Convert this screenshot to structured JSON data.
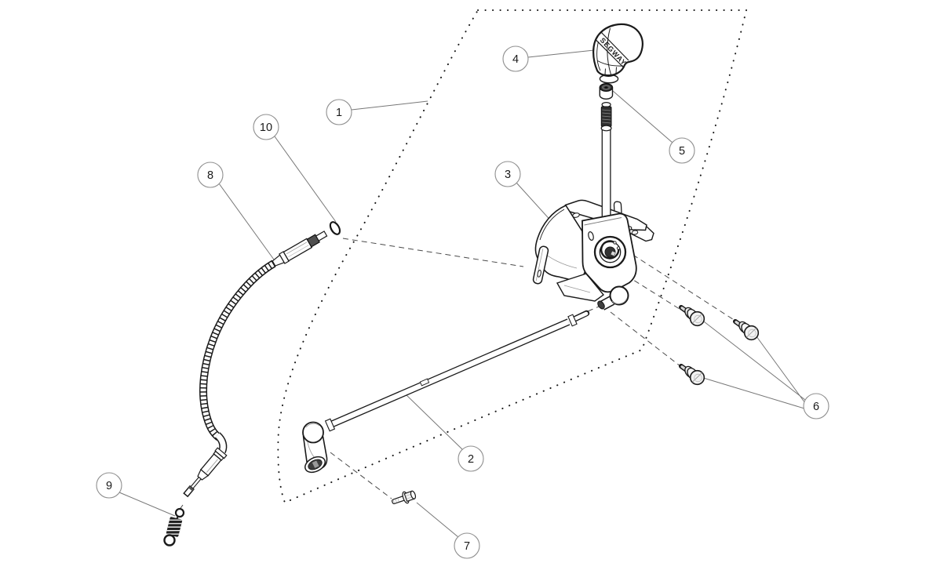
{
  "knob_text": "SEGWAY",
  "callouts": [
    {
      "number": "1"
    },
    {
      "number": "2"
    },
    {
      "number": "3"
    },
    {
      "number": "4"
    },
    {
      "number": "5"
    },
    {
      "number": "6"
    },
    {
      "number": "7"
    },
    {
      "number": "8"
    },
    {
      "number": "9"
    },
    {
      "number": "10"
    }
  ],
  "colors": {
    "background": "#ffffff",
    "line": "#1a1a1a",
    "leader": "#777777",
    "callout_stroke": "#8f8f8f",
    "dark_fill": "#2e2e2e"
  }
}
